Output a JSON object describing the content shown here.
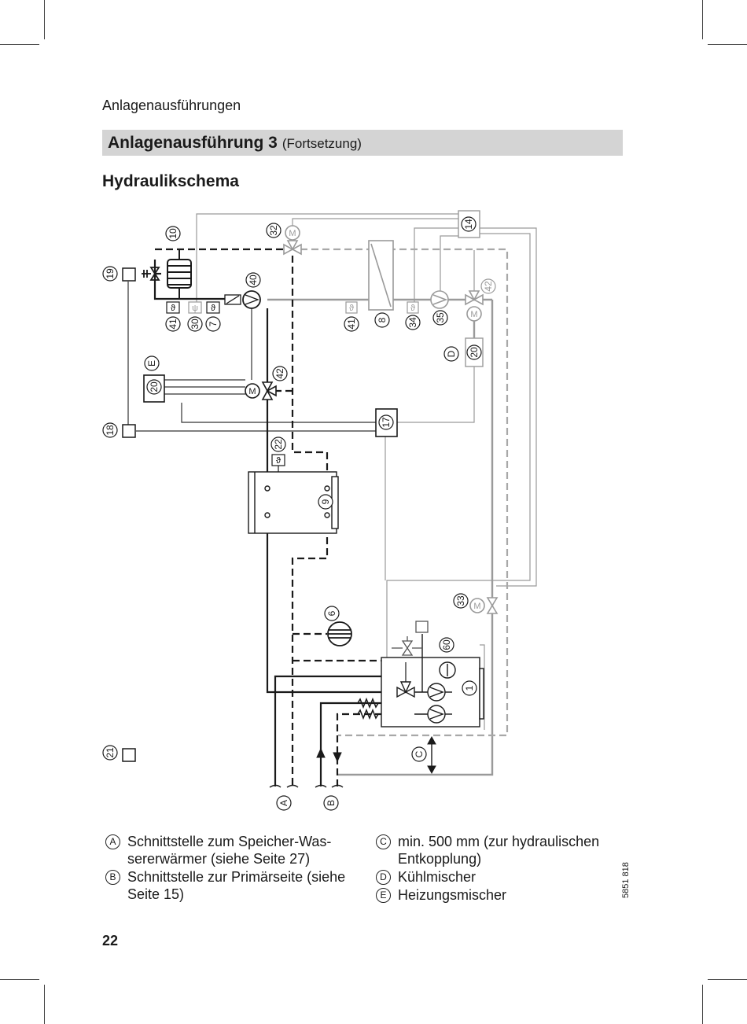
{
  "section_header": "Anlagenausführungen",
  "title": {
    "main": "Anlagenausführung 3",
    "sub": "(Fortsetzung)"
  },
  "subtitle": "Hydraulikschema",
  "diagram": {
    "components": {
      "c1": "1",
      "c6": "6",
      "c7": "7",
      "c8": "8",
      "c9": "9",
      "c10": "10",
      "c14": "14",
      "c17": "17",
      "c18": "18",
      "c19": "19",
      "c20a": "20",
      "c20b": "20",
      "c21": "21",
      "c22": "22",
      "c30": "30",
      "c32": "32",
      "c33": "33",
      "c34": "34",
      "c35": "35",
      "c40": "40",
      "c41a": "41",
      "c41b": "41",
      "c42a": "42",
      "c42b": "42",
      "c60": "60"
    },
    "letters": {
      "A": "A",
      "B": "B",
      "C": "C",
      "D": "D",
      "E": "E"
    },
    "motor_symbol": "M",
    "sensor_symbol": "ϑ"
  },
  "legend": [
    {
      "marker": "A",
      "text": "Schnittstelle zum Speicher-Was-sererwärmer (siehe Seite 27)"
    },
    {
      "marker": "B",
      "text": "Schnittstelle zur Primärseite (siehe Seite 15)"
    },
    {
      "marker": "C",
      "text": "min. 500 mm (zur hydraulischen Entkopplung)"
    },
    {
      "marker": "D",
      "text": "Kühlmischer"
    },
    {
      "marker": "E",
      "text": "Heizungsmischer"
    }
  ],
  "page_number": "22",
  "doc_number": "5851 818"
}
